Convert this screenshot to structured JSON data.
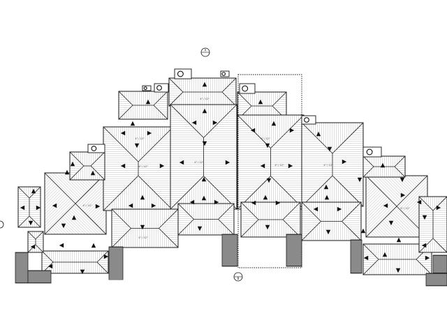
{
  "drawing": {
    "kind": "roof-plan",
    "line_color": "#1a1a1a",
    "hatch_color": "#c9c9c9",
    "fill_color": "#ffffff",
    "stair_color": "#3a3a3a",
    "arrow_color": "#111111"
  },
  "section_tags": [
    {
      "name": "section-tag-top",
      "label": "A"
    },
    {
      "name": "section-tag-bottom",
      "label": "B"
    },
    {
      "name": "section-tag-left",
      "label": ""
    }
  ],
  "slope_labels": [
    "4\" / 12\"",
    "4\" / 12\"",
    "4\" / 12\"",
    "4\" / 12\"",
    "4\" / 12\"",
    "4\" / 12\"",
    "4\" / 12\"",
    "4\" / 12\"",
    "4\" / 12\"",
    "4\" / 12\""
  ]
}
